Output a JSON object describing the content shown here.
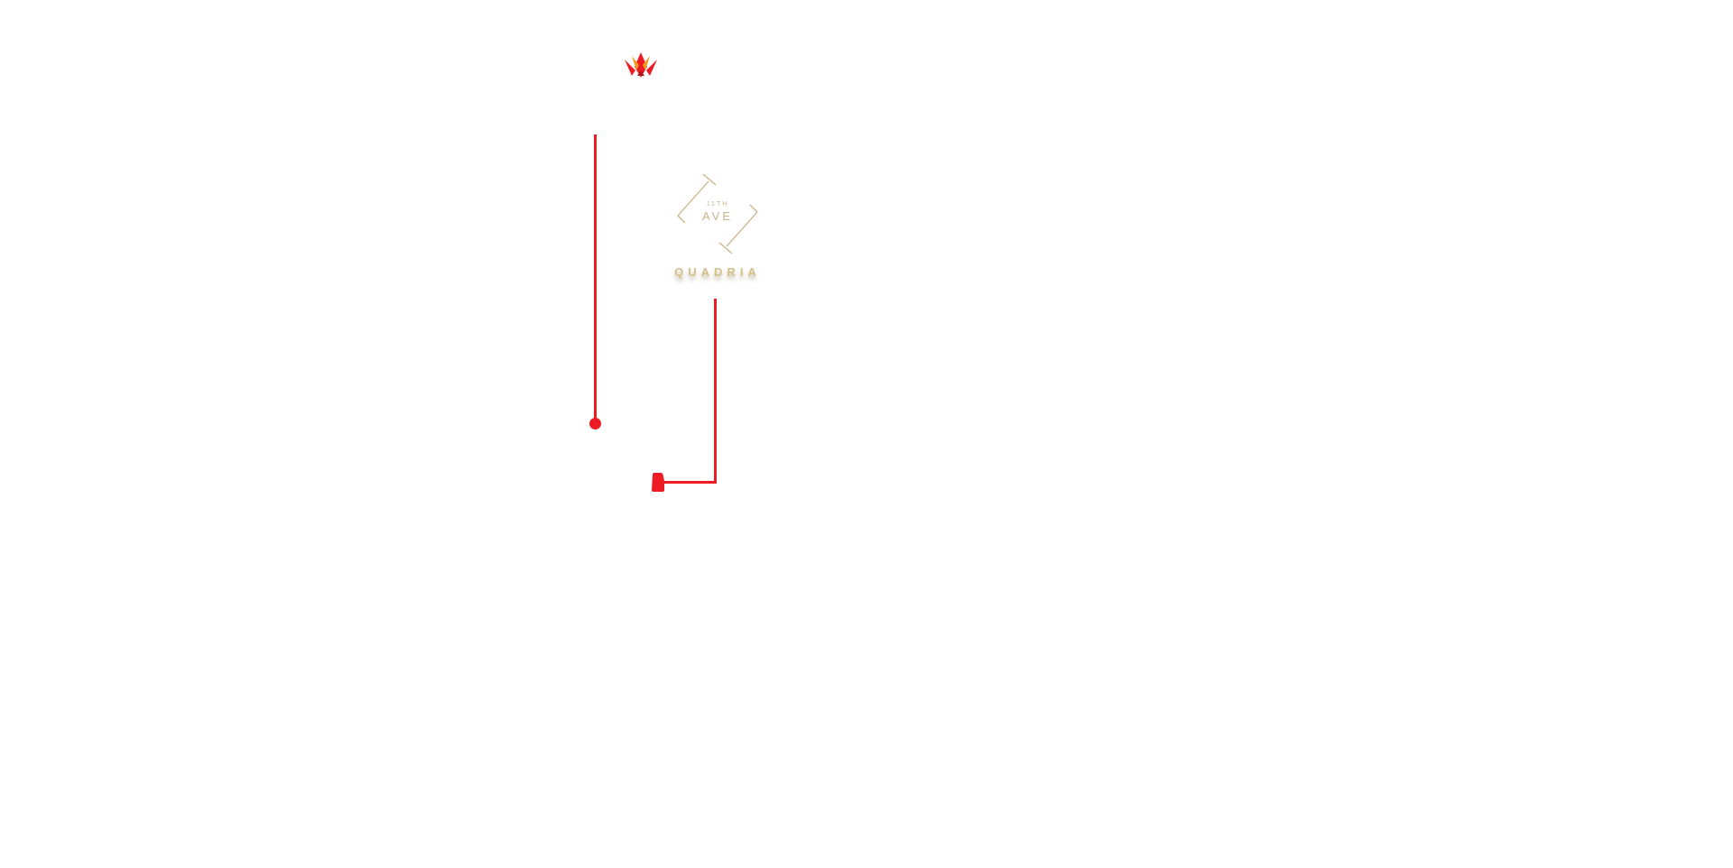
{
  "brand": {
    "crown_logo_icon": "crown-logo-icon",
    "accent_color": "#ed1c24",
    "crown_colors": [
      "#ed1c24",
      "#f39a1f"
    ]
  },
  "quadria_logo": {
    "small_text": "11TH",
    "main_text": "AVE",
    "name": "QUADRIA",
    "gold_color": "#c9b48a"
  },
  "decorations": {
    "left_line_end_icon": "circle-dot-icon",
    "right_line_end_icon": "tag-marker-icon"
  }
}
